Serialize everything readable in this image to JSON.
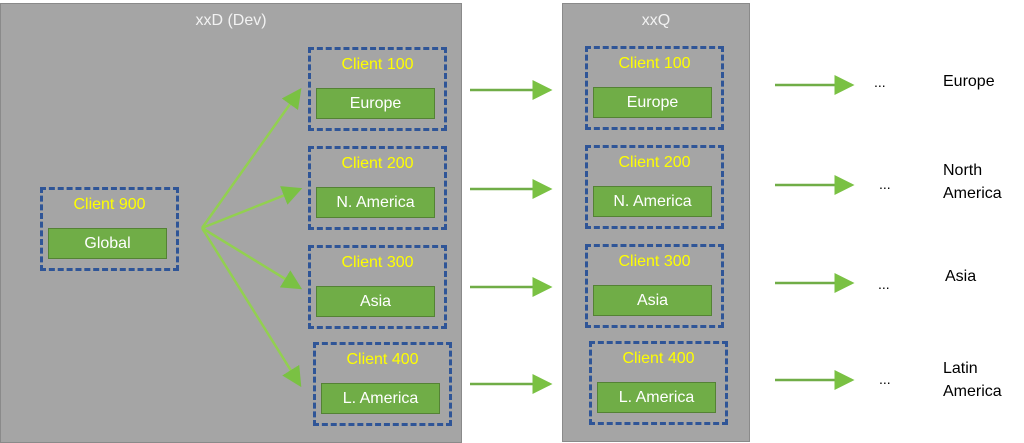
{
  "dev": {
    "title": "xxD (Dev)",
    "source": {
      "client": "Client 900",
      "region": "Global"
    },
    "clients": [
      {
        "client": "Client 100",
        "region": "Europe"
      },
      {
        "client": "Client 200",
        "region": "N. America"
      },
      {
        "client": "Client 300",
        "region": "Asia"
      },
      {
        "client": "Client 400",
        "region": "L. America"
      }
    ]
  },
  "qa": {
    "title": "xxQ",
    "clients": [
      {
        "client": "Client 100",
        "region": "Europe"
      },
      {
        "client": "Client 200",
        "region": "N. America"
      },
      {
        "client": "Client 300",
        "region": "Asia"
      },
      {
        "client": "Client 400",
        "region": "L. America"
      }
    ]
  },
  "next": {
    "ellipsis": "...",
    "labels": [
      [
        "Europe"
      ],
      [
        "North",
        "America"
      ],
      [
        "Asia"
      ],
      [
        "Latin",
        "America"
      ]
    ]
  },
  "colors": {
    "panel": "#a5a5a5",
    "dash": "#2f5597",
    "client_text": "#ffff00",
    "region": "#70ad47",
    "arrow": "#7ac143"
  }
}
